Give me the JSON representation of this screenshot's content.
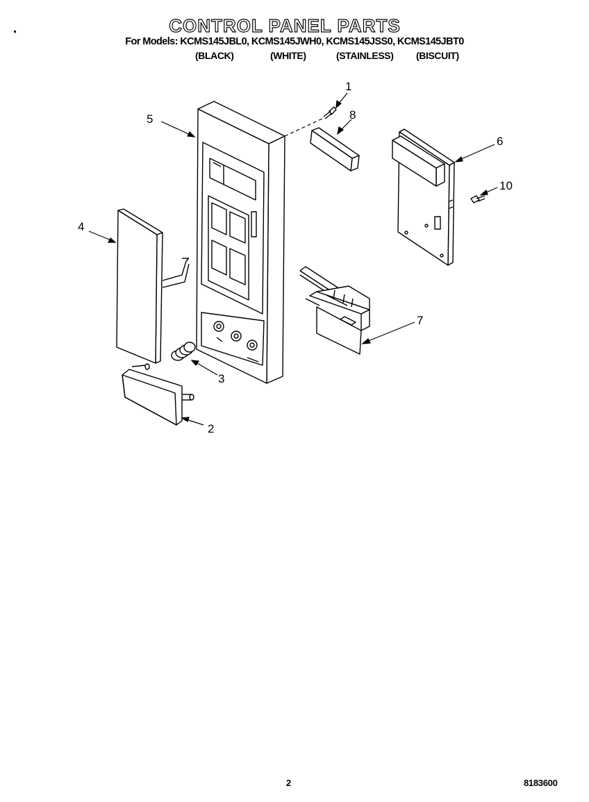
{
  "title": "CONTROL PANEL PARTS",
  "models_line": "For Models: KCMS145JBL0, KCMS145JWH0, KCMS145JSS0, KCMS145JBT0",
  "colors": [
    "(BLACK)",
    "(WHITE)",
    "(STAINLESS)",
    "(BISCUIT)"
  ],
  "callouts": [
    "1",
    "2",
    "3",
    "4",
    "5",
    "6",
    "7",
    "8",
    "10"
  ],
  "page_number": "2",
  "doc_number": "8183600"
}
